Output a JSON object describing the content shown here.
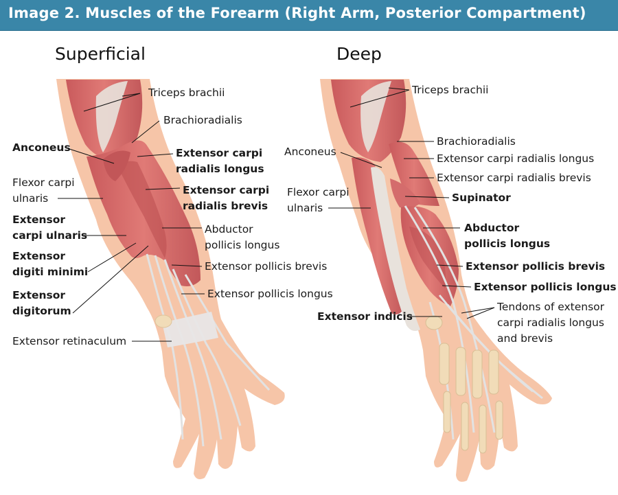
{
  "title": "Image 2. Muscles of the Forearm (Right Arm, Posterior Compartment)",
  "colors": {
    "header": "#3a86a8",
    "skin": "#f6c5a8",
    "muscle": "#d96a6a",
    "muscle_dark": "#b94c4f",
    "tendon": "#e4e4e4",
    "bone": "#f1dcb8"
  },
  "panels": {
    "superficial": {
      "heading": "Superficial",
      "labels": [
        {
          "id": "triceps",
          "text": "Triceps brachii",
          "bold": false
        },
        {
          "id": "brachioradialis",
          "text": "Brachioradialis",
          "bold": false
        },
        {
          "id": "anconeus",
          "text": "Anconeus",
          "bold": true
        },
        {
          "id": "ecrl_1",
          "text": "Extensor carpi",
          "bold": true
        },
        {
          "id": "ecrl_2",
          "text": "radialis longus",
          "bold": true
        },
        {
          "id": "fcu_1",
          "text": "Flexor carpi",
          "bold": false
        },
        {
          "id": "fcu_2",
          "text": "ulnaris",
          "bold": false
        },
        {
          "id": "ecrb_1",
          "text": "Extensor carpi",
          "bold": true
        },
        {
          "id": "ecrb_2",
          "text": "radialis brevis",
          "bold": true
        },
        {
          "id": "ecu_1",
          "text": "Extensor",
          "bold": true
        },
        {
          "id": "ecu_2",
          "text": "carpi ulnaris",
          "bold": true
        },
        {
          "id": "apl_1",
          "text": "Abductor",
          "bold": false
        },
        {
          "id": "apl_2",
          "text": "pollicis longus",
          "bold": false
        },
        {
          "id": "edm_1",
          "text": "Extensor",
          "bold": true
        },
        {
          "id": "edm_2",
          "text": "digiti minimi",
          "bold": true
        },
        {
          "id": "epb",
          "text": "Extensor pollicis brevis",
          "bold": false
        },
        {
          "id": "ed_1",
          "text": "Extensor",
          "bold": true
        },
        {
          "id": "ed_2",
          "text": "digitorum",
          "bold": true
        },
        {
          "id": "epl",
          "text": "Extensor pollicis longus",
          "bold": false
        },
        {
          "id": "retinaculum",
          "text": "Extensor retinaculum",
          "bold": false
        }
      ]
    },
    "deep": {
      "heading": "Deep",
      "labels": [
        {
          "id": "triceps",
          "text": "Triceps brachii",
          "bold": false
        },
        {
          "id": "brachioradialis",
          "text": "Brachioradialis",
          "bold": false
        },
        {
          "id": "anconeus",
          "text": "Anconeus",
          "bold": false
        },
        {
          "id": "ecrl",
          "text": "Extensor carpi radialis longus",
          "bold": false
        },
        {
          "id": "ecrb",
          "text": "Extensor carpi radialis brevis",
          "bold": false
        },
        {
          "id": "fcu_1",
          "text": "Flexor carpi",
          "bold": false
        },
        {
          "id": "fcu_2",
          "text": "ulnaris",
          "bold": false
        },
        {
          "id": "supinator",
          "text": "Supinator",
          "bold": true
        },
        {
          "id": "apl_1",
          "text": "Abductor",
          "bold": true
        },
        {
          "id": "apl_2",
          "text": "pollicis longus",
          "bold": true
        },
        {
          "id": "epb",
          "text": "Extensor pollicis brevis",
          "bold": true
        },
        {
          "id": "epl",
          "text": "Extensor pollicis longus",
          "bold": true
        },
        {
          "id": "tendons_1",
          "text": "Tendons of extensor",
          "bold": false
        },
        {
          "id": "tendons_2",
          "text": "carpi radialis longus",
          "bold": false
        },
        {
          "id": "tendons_3",
          "text": "and brevis",
          "bold": false
        },
        {
          "id": "ei",
          "text": "Extensor indicis",
          "bold": true
        }
      ]
    }
  }
}
